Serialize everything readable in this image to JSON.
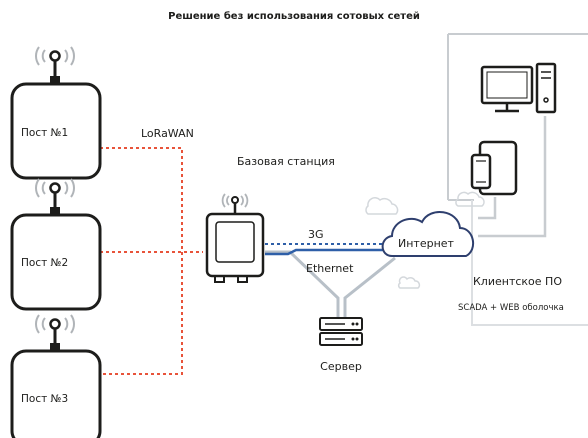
{
  "title": "Решение без использования сотовых сетей",
  "posts": [
    {
      "label": "Пост №1"
    },
    {
      "label": "Пост №2"
    },
    {
      "label": "Пост №3"
    }
  ],
  "labels": {
    "lorawan": "LoRaWAN",
    "base_station": "Базовая станция",
    "link_3g": "3G",
    "link_ethernet": "Ethernet",
    "internet": "Интернет",
    "server": "Сервер",
    "client_sw": "Клиентское ПО",
    "client_sw_sub": "SCADA + WEB оболочка"
  },
  "colors": {
    "device_stroke": "#1d1d1b",
    "radio_link": "#e8533a",
    "cellular_link": "#2e5fa8",
    "ethernet_link": "#2e5fa8",
    "wired_gray": "#b8c0c8",
    "cloud_stroke": "#2e3f6e",
    "panel_stroke": "#c8ccd0"
  }
}
